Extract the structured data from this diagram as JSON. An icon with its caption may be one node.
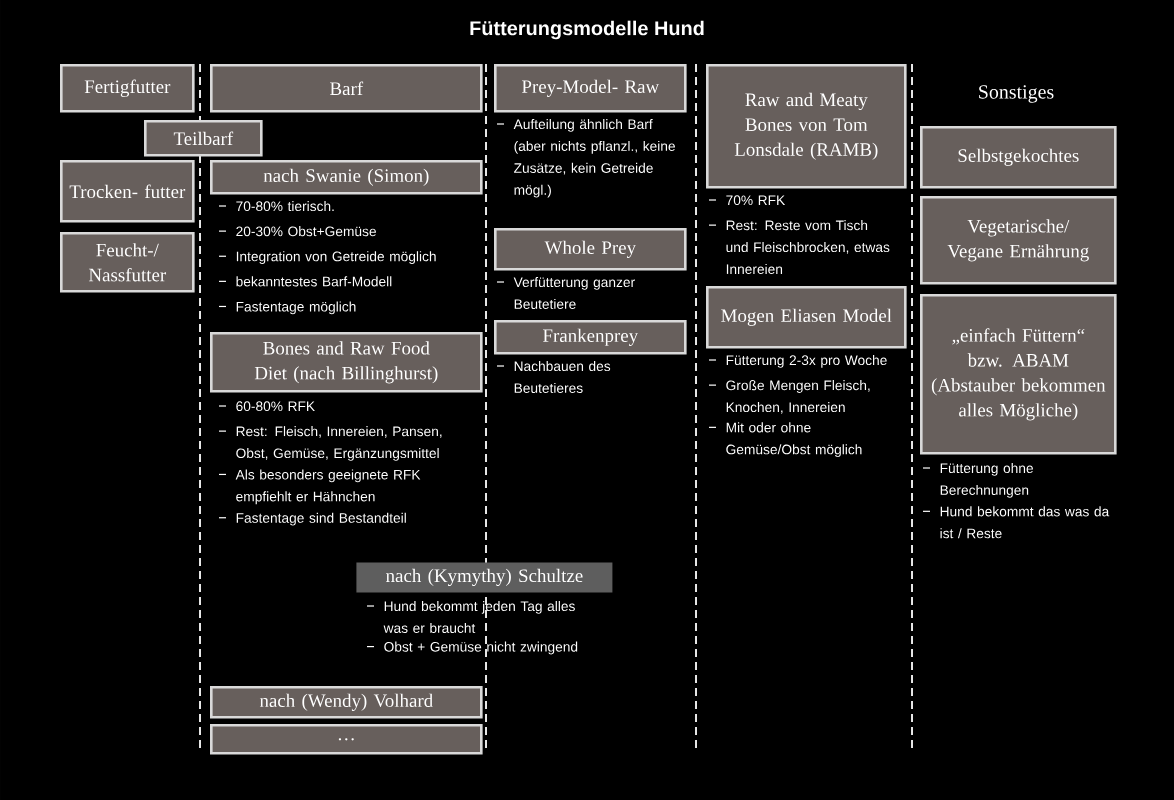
{
  "diagram": {
    "title": "Fütterungsmodelle Hund",
    "nodes": [
      {
        "text": [
          "Fertigfutter"
        ]
      },
      {
        "text": [
          "Teilbarf"
        ]
      },
      {
        "text": [
          "Trocken- futter"
        ]
      },
      {
        "text": [
          "Feucht-/ Nassfutter"
        ]
      },
      {
        "text": [
          "Barf"
        ]
      },
      {
        "text": [
          "nach Swanie (Simon)"
        ],
        "beside": [
          "70-80% tierisch.",
          "20-30% Obst+Gemüse",
          "Integration von Getreide möglich",
          "bekanntestes Barf-Modell",
          "Fastentage möglich"
        ]
      },
      {
        "text": [
          "Bones and Raw Food Diet (nach Billinghurst)"
        ],
        "beside": [
          "60-80% RFK",
          "Rest: Fleisch, Innereien, Pansen, Obst, Gemüse, Ergänzungsmittel",
          "Als besonders geeignete RFK empfiehlt er Hähnchen",
          "Fastentage sind Bestandteil"
        ]
      },
      {
        "text": [
          "nach (Kymythy) Schultze"
        ],
        "beside": [
          "Hund bekommt jeden Tag alles was er braucht",
          "Obst + Gemüse nicht zwingend"
        ]
      },
      {
        "text": [
          "nach (Wendy) Volhard"
        ]
      },
      {
        "text": [
          "…"
        ]
      },
      {
        "text": [
          "Prey-Model- Raw"
        ],
        "beside": [
          "Aufteilung ähnlich Barf (aber nichts pflanzl., keine Zusätze, kein Getreide mögl.)"
        ]
      },
      {
        "text": [
          "Whole Prey"
        ],
        "beside": [
          "Verfütterung ganzer Beutetiere"
        ]
      },
      {
        "text": [
          "Frankenprey"
        ],
        "beside": [
          "Nachbauen des Beutetieres"
        ]
      },
      {
        "text": [
          "Raw and Meaty Bones von Tom Lonsdale (RAMB)"
        ],
        "beside": [
          "70% RFK",
          "Rest: Reste vom Tisch und Fleischbrocken, etwas Innereien"
        ]
      },
      {
        "text": [
          "Mogen Eliasen Model"
        ],
        "beside": [
          "Fütterung 2-3x pro Woche",
          "Große Mengen Fleisch, Knochen, Innereien",
          "Mit oder ohne Gemüse/Obst möglich"
        ]
      },
      {
        "text": [
          "Selbstgekochtes"
        ]
      },
      {
        "text": [
          "Vegetarische/ Vegane Ernährung"
        ]
      },
      {
        "text": [
          "„einfach Füttern“ bzw. ABAM (Abstauber bekommen alles Mögliche)"
        ],
        "beside": [
          "Fütterung ohne Berechnungen",
          "Hund bekommt das was da ist / Reste"
        ]
      }
    ],
    "labels": [
      "Sonstiges"
    ]
  }
}
